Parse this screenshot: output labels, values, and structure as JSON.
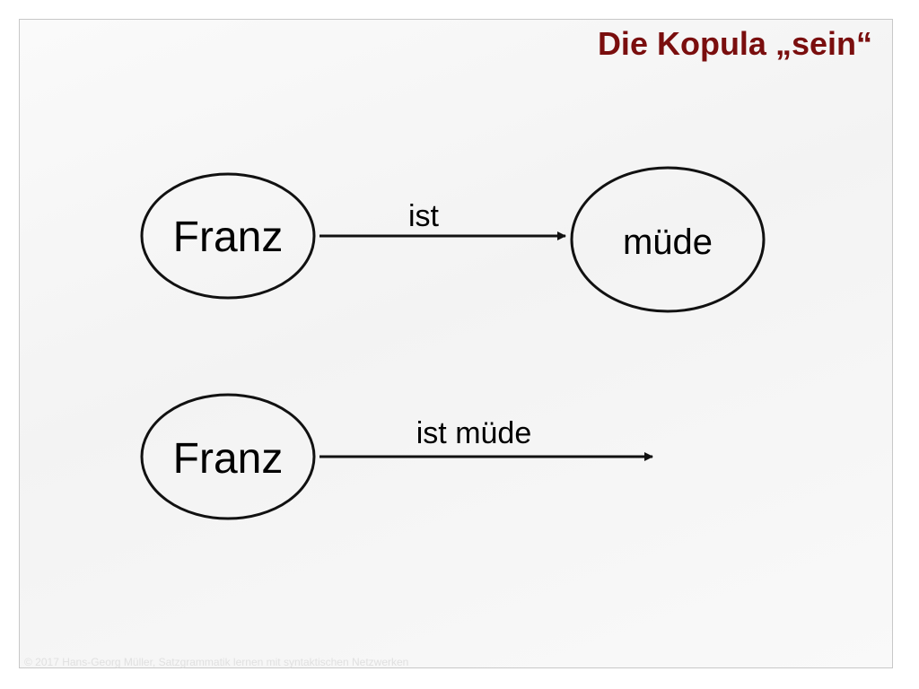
{
  "slide": {
    "title": "Die Kopula „sein“",
    "footer": "© 2017 Hans-Georg Müller, Satzgrammatik lernen mit syntaktischen Netzwerken"
  },
  "diagram_top": {
    "subject_node": "Franz",
    "edge_label": "ist",
    "object_node": "müde"
  },
  "diagram_bottom": {
    "subject_node": "Franz",
    "edge_label": "ist müde"
  },
  "colors": {
    "title": "#7a0e0e",
    "stroke": "#111111"
  }
}
